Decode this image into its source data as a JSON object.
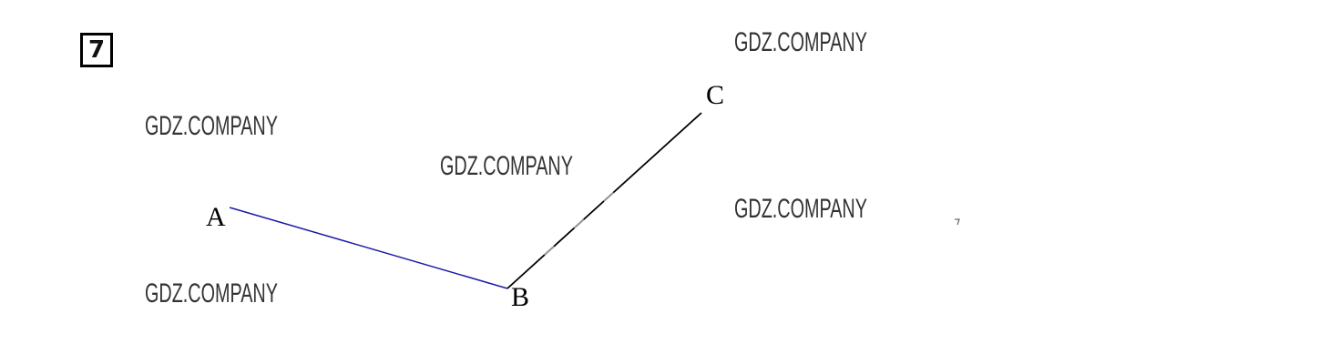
{
  "problem_number": "7",
  "watermark": "GDZ.COMPANY",
  "points": {
    "A": "A",
    "B": "B",
    "C": "C"
  },
  "colors": {
    "segment_ab": "#1a1aa8",
    "segment_bc": "#000000"
  }
}
